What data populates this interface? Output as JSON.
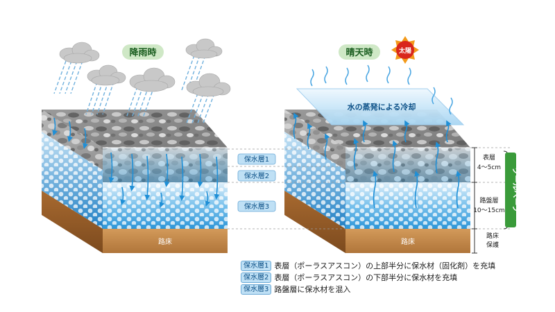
{
  "titles": {
    "rain": "降雨時",
    "sunny": "晴天時",
    "sun": "太陽"
  },
  "evaporation_label": "水の蒸発による冷却",
  "layer_tags": [
    "保水層1",
    "保水層2",
    "保水層3"
  ],
  "subgrade_label": "路床",
  "depth_labels": {
    "surface": "表層",
    "surface_depth": "4～5cm",
    "base": "路盤層",
    "base_depth": "10～15cm",
    "subgrade": "路床",
    "subgrade_protect": "保護"
  },
  "side_label": "クールペーブ",
  "legend": [
    {
      "tag": "保水層1",
      "text": "表層（ポーラスアスコン）の上部半分に保水材（固化剤）を充填"
    },
    {
      "tag": "保水層2",
      "text": "表層（ポーラスアスコン）の下部半分に保水材を充填"
    },
    {
      "tag": "保水層3",
      "text": "路盤層に保水材を混入"
    }
  ],
  "colors": {
    "title_bg": "#cfe8c6",
    "water_blue": "#1f8fd6",
    "soil_brown": "#c98a4a",
    "side_green": "#3a9b3a",
    "sun_red": "#d9261c",
    "sun_orange": "#f39a1a",
    "tag_bg": "#bfe0f5"
  }
}
